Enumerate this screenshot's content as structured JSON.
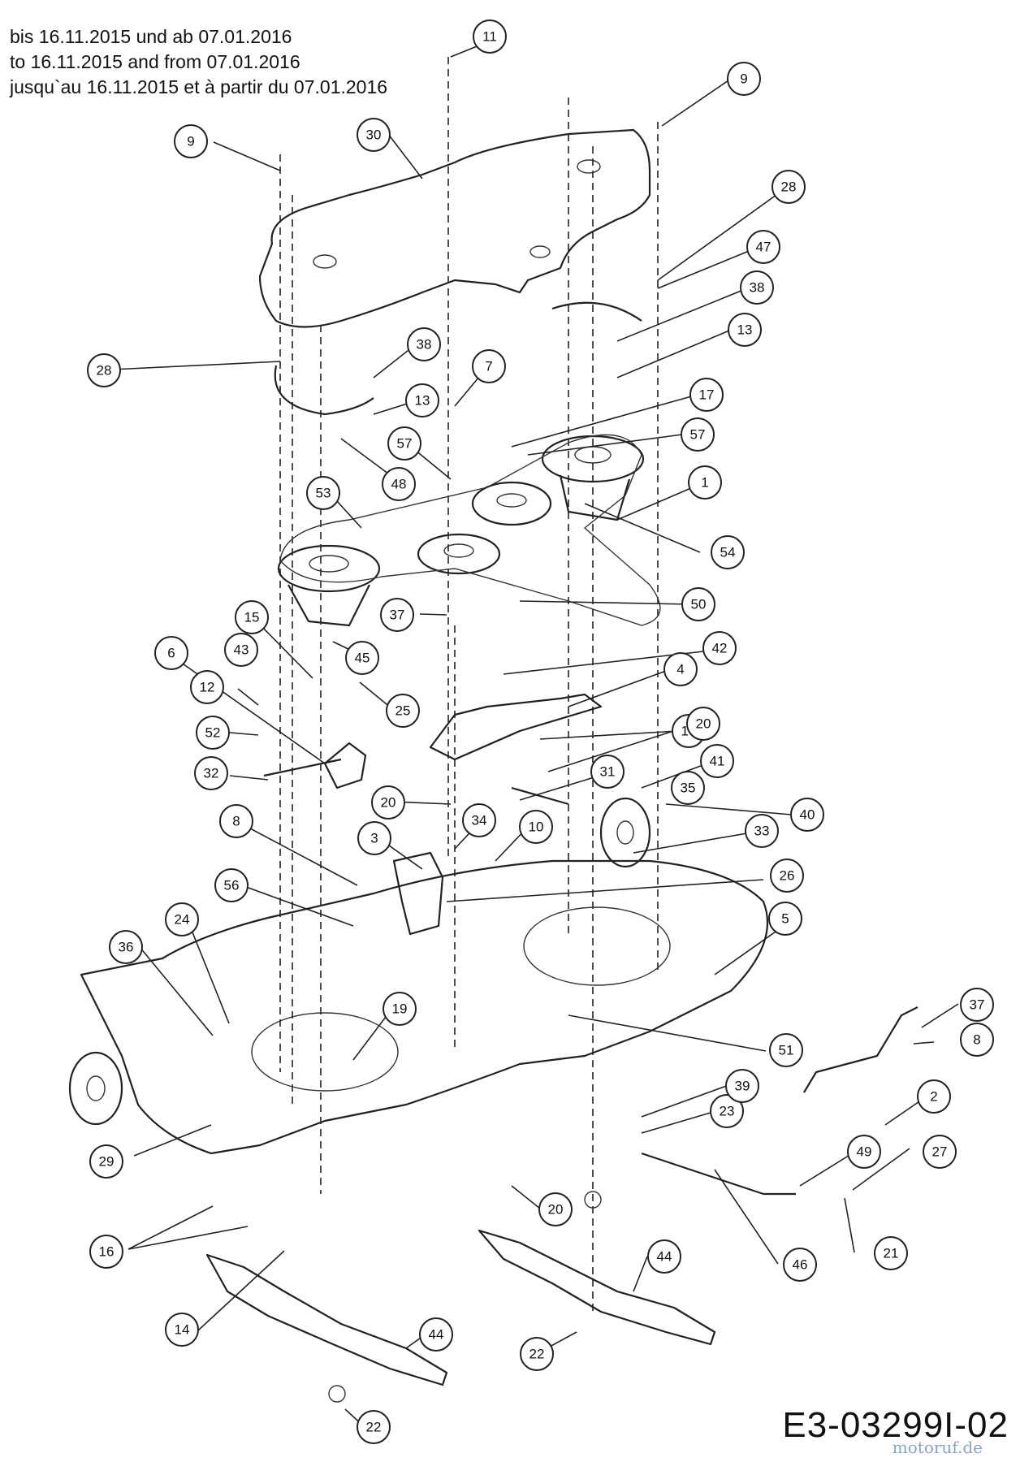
{
  "header_note": [
    "bis 16.11.2015 und ab 07.01.2016",
    "to 16.11.2015 and from 07.01.2016",
    "jusqu`au 16.11.2015 et à partir du 07.01.2016"
  ],
  "drawing_code": "E3-03299I-02",
  "watermark": "motoruf.de",
  "part_numbers": [
    "1",
    "2",
    "3",
    "4",
    "5",
    "6",
    "7",
    "8",
    "9",
    "10",
    "11",
    "12",
    "13",
    "14",
    "15",
    "16",
    "17",
    "18",
    "19",
    "20",
    "21",
    "22",
    "23",
    "24",
    "25",
    "26",
    "27",
    "28",
    "29",
    "30",
    "31",
    "32",
    "33",
    "34",
    "35",
    "36",
    "37",
    "38",
    "39",
    "40",
    "41",
    "42",
    "43",
    "44",
    "45",
    "46",
    "47",
    "48",
    "49",
    "50",
    "51",
    "52",
    "53",
    "54",
    "56",
    "57"
  ]
}
